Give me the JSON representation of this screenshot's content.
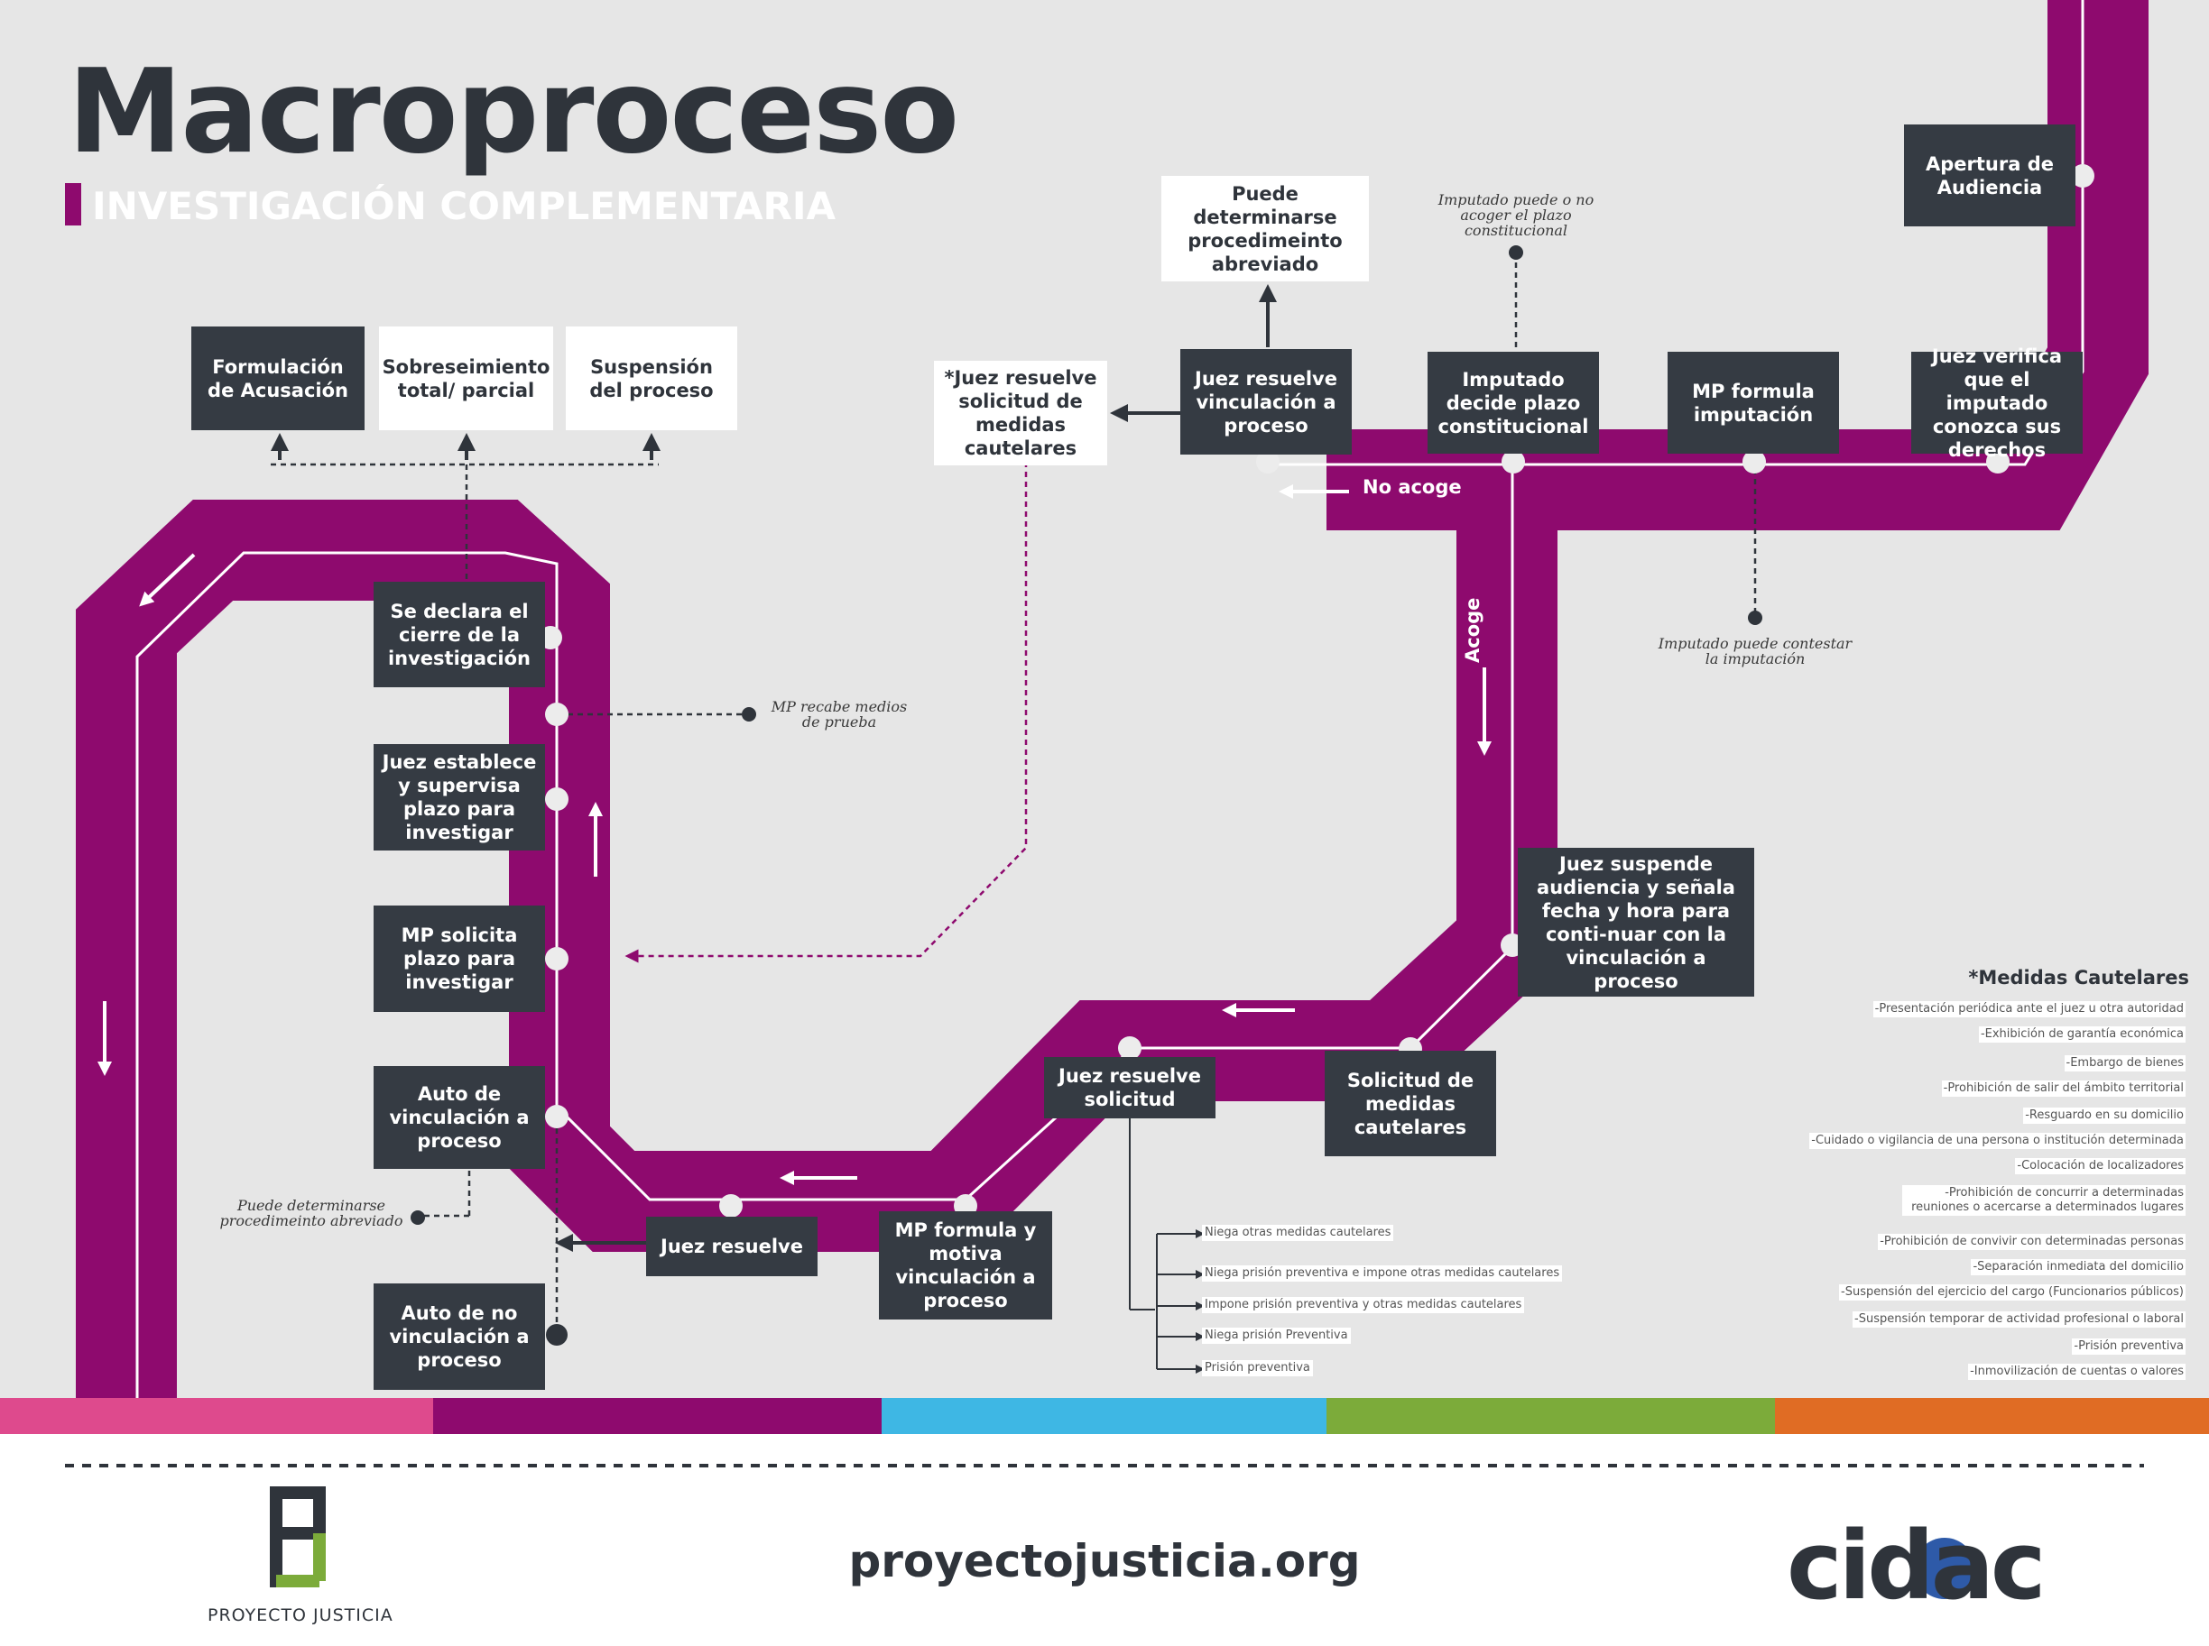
{
  "header": {
    "title": "Macroproceso",
    "subtitle": "INVESTIGACIÓN COMPLEMENTARIA"
  },
  "colors": {
    "background": "#e6e6e6",
    "flow": "#8e0a6e",
    "box_dark": "#353b43",
    "stripe": [
      "#de4a8d",
      "#8e0a6e",
      "#3eb7e4",
      "#7cab3a",
      "#e06c24"
    ]
  },
  "boxes": {
    "apertura": "Apertura de Audiencia",
    "juez_verifica": "Juez verifica que el imputado conozca sus derechos",
    "mp_formula_imputacion": "MP formula imputación",
    "imputado_decide": "Imputado decide plazo constitucional",
    "juez_resuelve_vinculacion": "Juez resuelve vinculación a proceso",
    "puede_abreviado_top": "Puede determinarse procedimeinto abreviado",
    "juez_medidas": "*Juez resuelve solicitud de medidas cautelares",
    "formulacion": "Formulación de Acusación",
    "sobreseimiento": "Sobreseimiento total/ parcial",
    "suspension": "Suspensión del proceso",
    "cierre": "Se declara el cierre de la investigación",
    "juez_establece": "Juez establece y supervisa plazo para investigar",
    "mp_solicita": "MP solicita plazo para investigar",
    "auto_vinculacion": "Auto de vinculación a proceso",
    "auto_no_vinculacion": "Auto de no vinculación a proceso",
    "juez_resuelve": "Juez resuelve",
    "mp_formula_motiva": "MP formula y motiva vinculación a proceso",
    "juez_resuelve_solicitud": "Juez resuelve solicitud",
    "solicitud_medidas": "Solicitud de medidas cautelares",
    "juez_suspende": "Juez suspende audiencia y señala fecha y hora para conti-nuar con la vinculación a proceso"
  },
  "notes": {
    "imputado_acoger": "Imputado puede o no acoger el plazo constitucional",
    "imputado_contestar": "Imputado puede contestar la imputación",
    "mp_recabe": "MP recabe medios de prueba",
    "puede_abreviado_bottom": "Puede determinarse procedimeinto abreviado"
  },
  "flow_labels": {
    "no_acoge": "No acoge",
    "acoge": "Acoge"
  },
  "options": [
    "Niega otras medidas cautelares",
    "Niega prisión preventiva e impone otras medidas cautelares",
    "Impone prisión preventiva y otras medidas cautelares",
    "Niega prisión Preventiva",
    "Prisión preventiva"
  ],
  "medidas_cautelares": {
    "title": "*Medidas Cautelares",
    "items": [
      "-Presentación periódica ante el juez u otra autoridad",
      "-Exhibición de garantía económica",
      "-Embargo de bienes",
      "-Prohibición de salir del ámbito territorial",
      "-Resguardo en su domicilio",
      "-Cuidado o vigilancia de una persona o institución determinada",
      "-Colocación de localizadores",
      "-Prohibición de concurrir a determinadas reuniones o acercarse a determinados lugares",
      "-Prohibición de convivir con determinadas personas",
      "-Separación inmediata del domicilio",
      "-Suspensión del ejercicio del cargo (Funcionarios públicos)",
      "-Suspensión temporar de actividad profesional o laboral",
      "-Prisión preventiva",
      "-Inmovilización de cuentas o valores"
    ]
  },
  "footer": {
    "url": "proyectojusticia.org",
    "org_label": "PROYECTO JUSTICIA",
    "brand": "cidac"
  }
}
